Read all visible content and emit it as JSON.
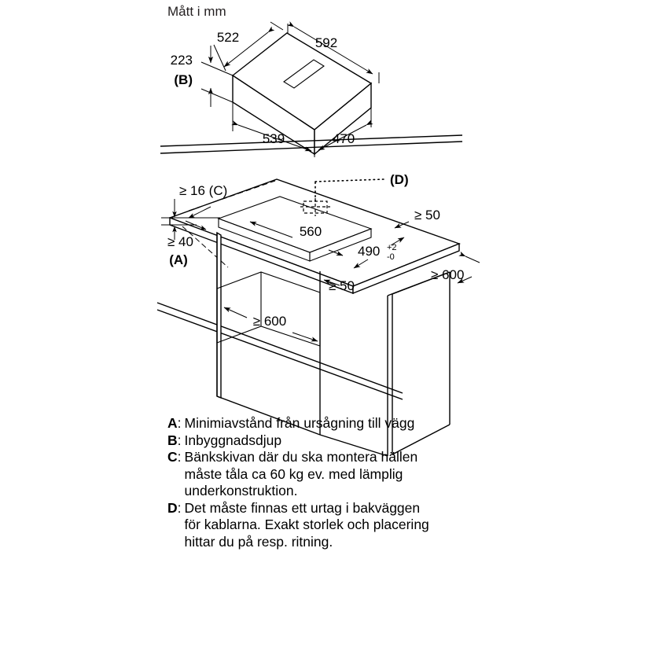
{
  "title": "Mått i mm",
  "appliance_view": {
    "name": "cooktop-isometric-view",
    "dimensions": {
      "depth_top": "522",
      "width_top": "592",
      "height": "223",
      "height_ref": "(B)",
      "width_bottom": "539",
      "depth_bottom": "470"
    }
  },
  "installation_view": {
    "name": "worktop-cabinet-isometric-view",
    "dimensions": {
      "worktop_thickness": "≥ 16 (C)",
      "wall_distance": "≥ 40",
      "wall_distance_ref": "(A)",
      "cutout_width": "560",
      "cutout_depth_value": "490",
      "cutout_depth_sup": "+2",
      "cutout_depth_sub": "-0",
      "rear_clearance": "≥ 50",
      "worktop_depth": "≥ 600",
      "side_clearance": "≥ 50",
      "cabinet_width": "≥ 600",
      "wall_cutout_ref": "(D)"
    }
  },
  "legend": [
    {
      "key": "A",
      "separator": ":",
      "lines": [
        "Minimiavstånd från ursågning till vägg"
      ]
    },
    {
      "key": "B",
      "separator": ":",
      "lines": [
        "Inbyggnadsdjup"
      ]
    },
    {
      "key": "C",
      "separator": ":",
      "lines": [
        "Bänkskivan där du ska montera hällen",
        "måste tåla ca 60 kg ev. med lämplig",
        "underkonstruktion."
      ]
    },
    {
      "key": "D",
      "separator": ":",
      "lines": [
        "Det måste finnas ett urtag i bakväggen",
        "för kablarna. Exakt storlek och placering",
        "hittar du på resp. ritning."
      ]
    }
  ],
  "colors": {
    "line": "#000000",
    "background": "#ffffff",
    "text": "#000000"
  }
}
